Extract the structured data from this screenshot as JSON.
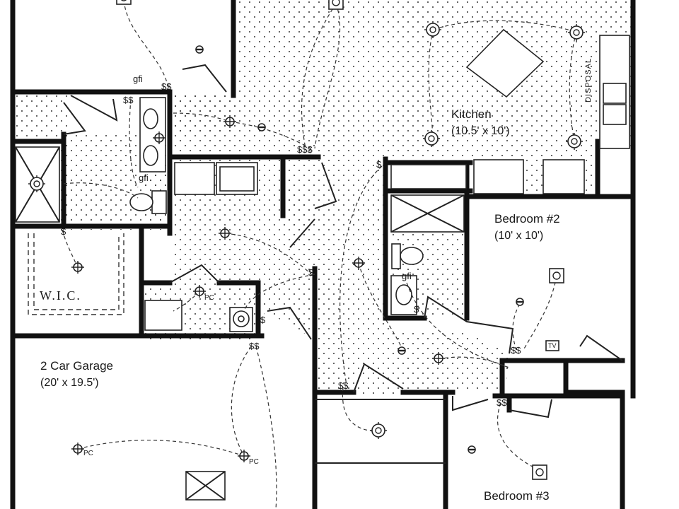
{
  "rooms": {
    "kitchen": {
      "name": "Kitchen",
      "dims": "(10.5' x 10')"
    },
    "bedroom2": {
      "name": "Bedroom #2",
      "dims": "(10' x 10')"
    },
    "garage": {
      "name": "2 Car Garage",
      "dims": "(20' x 19.5')"
    },
    "bedroom3": {
      "name": "Bedroom #3",
      "dims": ""
    },
    "wic": {
      "name": "W.I.C."
    }
  },
  "annotations": {
    "gfi": "gfi",
    "disposal": "DISPOSAL",
    "pc": "PC",
    "tv": "TV",
    "switch": "$",
    "double_switch": "$$",
    "triple_switch": "$$$"
  },
  "colors": {
    "line": "#111111",
    "background": "#ffffff"
  },
  "icons": [
    "ceiling-light-icon",
    "recessed-light-icon",
    "outlet-icon",
    "switch-icon",
    "exhaust-fan-icon",
    "smoke-detector-icon"
  ]
}
